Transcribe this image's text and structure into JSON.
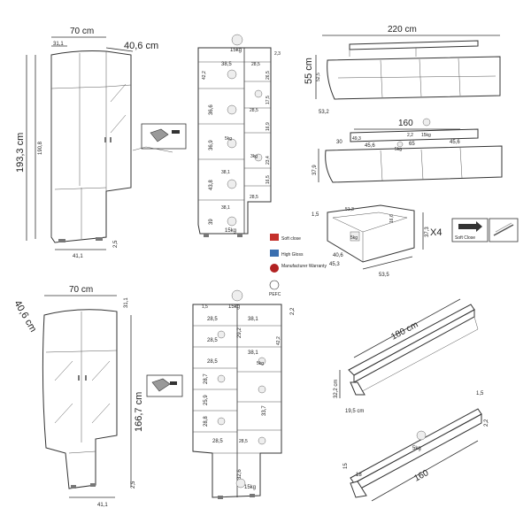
{
  "cabinet_tall": {
    "width": "70 cm",
    "depth": "40,6 cm",
    "top_edge": "31,1",
    "height": "193,3 cm",
    "inner_height": "190,8",
    "base_width": "41,1",
    "foot": "2,5"
  },
  "shelves_tall": {
    "top_load": "15kg",
    "top_right": "2,3",
    "left_widths": [
      "38,5",
      "36,6",
      "36,9",
      "43,8",
      "39"
    ],
    "right_widths": [
      "28,5",
      "42,2",
      "38,1",
      "38,1",
      "28,5",
      "28,5"
    ],
    "right_heights": [
      "26,5",
      "17,5",
      "16,9",
      "23,4",
      "16,5"
    ],
    "load": "5kg",
    "small_load": "3kg",
    "bottom_load": "15kg"
  },
  "tv_top": {
    "width": "220 cm",
    "height": "55 cm",
    "height_inner": "52,5",
    "depth": "53,2"
  },
  "tv_bottom": {
    "width": "160",
    "left_gap": "30",
    "h1": "2,2",
    "h2": "49,3",
    "comp_left": "45,6",
    "comp_mid": "65",
    "comp_right": "45,6",
    "height": "37,9",
    "load_top": "15kg",
    "load_inner": "5kg"
  },
  "drawer": {
    "top_edge": "1,5",
    "inner_width": "51,3",
    "side": "16,6",
    "height": "37,3",
    "depth": "40,6",
    "depth_inner": "45,3",
    "width": "53,5",
    "load": "5kg",
    "count": "X4"
  },
  "softclose": {
    "label": "Soft Close"
  },
  "badges": {
    "soft_close": "Soft close",
    "high_gloss": "High Gloss",
    "warranty": "Manufacturer Warranty",
    "eco": "PEFC"
  },
  "cabinet_short": {
    "width": "70 cm",
    "top_edge": "31,1",
    "depth": "40,6 cm",
    "height": "166,7 cm",
    "foot": "2,5",
    "base_width": "41,1"
  },
  "shelves_short": {
    "top_load": "15kg",
    "top_left": "1,5",
    "top_right": "2,2",
    "left_widths": [
      "28,5",
      "28,5",
      "28,5",
      "28,7",
      "25,9",
      "28,8",
      "32,6"
    ],
    "right_widths": [
      "38,1",
      "38,1",
      "28,5",
      "33,7",
      "29,2"
    ],
    "right_heights": [
      "42,2",
      "28,5"
    ],
    "load": "5kg",
    "bottom_load": "15kg"
  },
  "shelf_long": {
    "width": "180 cm",
    "height": "32,2 cm",
    "depth": "19,5 cm"
  },
  "shelf_short": {
    "top": "1,5",
    "right": "2,2",
    "width": "160",
    "left": "15",
    "depth": "18",
    "load": "5kg"
  }
}
